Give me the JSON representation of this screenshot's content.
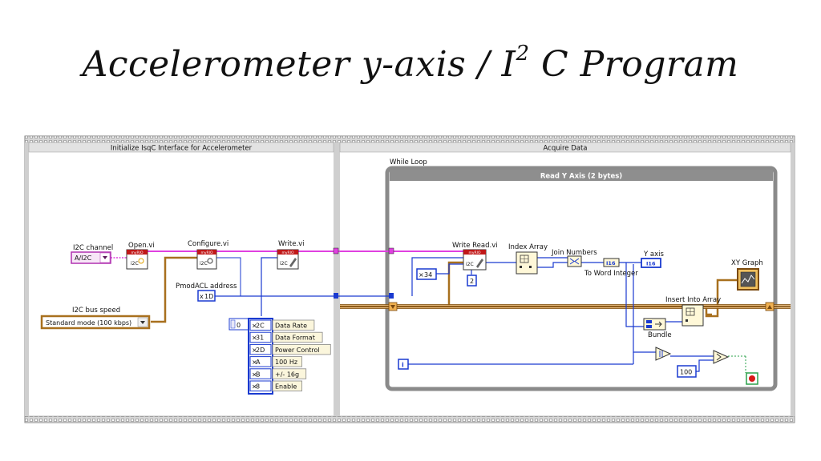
{
  "title": {
    "main": "Accelerometer y-axis / I",
    "superscript": "2",
    "rest": " C  Program"
  },
  "frames": {
    "initialize": "Initialize IsqC Interface for Accelerometer",
    "acquire": "Acquire Data"
  },
  "while_loop": {
    "label": "While Loop",
    "subdiagram": "Read  Y Axis (2 bytes)",
    "iteration_terminal": "i"
  },
  "controls": {
    "i2c_channel": {
      "label": "I2C channel",
      "value": "A/I2C"
    },
    "i2c_bus_speed": {
      "label": "I2C bus speed",
      "value": "Standard mode (100 kbps)"
    },
    "pmodacl_address": {
      "label": "PmodACL address",
      "value": "1D",
      "radix": "x"
    }
  },
  "vis": {
    "open": "Open.vi",
    "configure": "Configure.vi",
    "write": "Write.vi",
    "write_read": "Write Read.vi",
    "index_array": "Index Array",
    "join_numbers": "Join Numbers",
    "to_word_integer": "To Word Integer",
    "insert_into_array": "Insert Into Array",
    "bundle": "Bundle",
    "xy_graph": "XY Graph",
    "y_axis": "Y axis",
    "myrio_badge": "myRIO",
    "icon_text": "i2C"
  },
  "constants": {
    "array_index": "0",
    "write_read_address": "34",
    "write_read_bytes": "2",
    "compare_value": "100",
    "y_axis_type": "I16",
    "convert_type": "I16"
  },
  "register_array": [
    {
      "value": "2C",
      "desc": "Data Rate"
    },
    {
      "value": "31",
      "desc": "Data Format"
    },
    {
      "value": "2D",
      "desc": "Power Control"
    },
    {
      "value": "A",
      "desc": "100 Hz"
    },
    {
      "value": "B",
      "desc": "+/- 16g"
    },
    {
      "value": "8",
      "desc": "Enable"
    }
  ],
  "colors": {
    "refnum_wire": "#e040e0",
    "error_wire": "#b88a2a",
    "numeric_wire": "#1a3ad0",
    "integer_wire": "#1a3ad0",
    "frame_gray": "#c8c8c8",
    "loop_gray": "#888888",
    "stop_green": "#2aa04a"
  }
}
